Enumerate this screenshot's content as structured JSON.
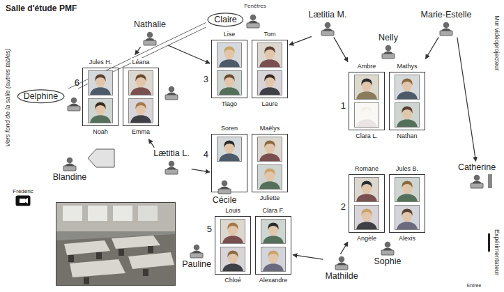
{
  "diagram": {
    "title": "Salle d'étude PMF",
    "nodes": [
      {
        "text": [
          "Nathalie"
        ]
      },
      {
        "text": [
          "Claire"
        ]
      },
      {
        "text": [
          "Lætitia M."
        ]
      },
      {
        "text": [
          "Marie-Estelle"
        ]
      },
      {
        "text": [
          "Nelly"
        ]
      },
      {
        "text": [
          "6"
        ]
      },
      {
        "text": [
          "Jules H."
        ],
        "in": 5
      },
      {
        "text": [
          "Léana"
        ],
        "in": 5
      },
      {
        "text": [
          "Noah"
        ],
        "in": 5
      },
      {
        "text": [
          "Emma"
        ],
        "in": 5
      },
      {
        "text": [
          "Delphine"
        ]
      },
      {
        "text": [
          "3"
        ]
      },
      {
        "text": [
          "Lise"
        ],
        "in": 11
      },
      {
        "text": [
          "Tom"
        ],
        "in": 11
      },
      {
        "text": [
          "Tiago"
        ],
        "in": 11
      },
      {
        "text": [
          "Laure"
        ],
        "in": 11
      },
      {
        "text": [
          "1"
        ]
      },
      {
        "text": [
          "Ambre"
        ],
        "in": 16
      },
      {
        "text": [
          "Mathys"
        ],
        "in": 16
      },
      {
        "text": [
          "Clara L."
        ],
        "in": 16
      },
      {
        "text": [
          "Nathan"
        ],
        "in": 16
      },
      {
        "text": [
          "Lætitia L."
        ]
      },
      {
        "text": [
          "Blandine"
        ]
      },
      {
        "text": [
          "4"
        ]
      },
      {
        "text": [
          "Soren"
        ],
        "in": 23
      },
      {
        "text": [
          "Maëlys"
        ],
        "in": 23
      },
      {
        "text": [
          "Juliette"
        ],
        "in": 23
      },
      {
        "text": [
          "Cécile"
        ]
      },
      {
        "text": [
          "Frédéric"
        ]
      },
      {
        "text": [
          "Catherine"
        ]
      },
      {
        "text": [
          "2"
        ]
      },
      {
        "text": [
          "Romane"
        ],
        "in": 30
      },
      {
        "text": [
          "Jules B."
        ],
        "in": 30
      },
      {
        "text": [
          "Angèle"
        ],
        "in": 30
      },
      {
        "text": [
          "Alexis"
        ],
        "in": 30
      },
      {
        "text": [
          "Sophie"
        ]
      },
      {
        "text": [
          "5"
        ]
      },
      {
        "text": [
          "Louis"
        ],
        "in": 36
      },
      {
        "text": [
          "Clara F."
        ],
        "in": 36
      },
      {
        "text": [
          "Chloé"
        ],
        "in": 36
      },
      {
        "text": [
          "Alexandre"
        ],
        "in": 36
      },
      {
        "text": [
          "Pauline"
        ]
      },
      {
        "text": [
          "Mathilde"
        ]
      }
    ],
    "edges": [
      {
        "from": 0,
        "to": 5,
        "arrow": "to"
      },
      {
        "from": 0,
        "to": 11,
        "arrow": "to"
      },
      {
        "from": 1,
        "to": 10,
        "arrow": "none"
      },
      {
        "from": 1,
        "to": 10,
        "arrow": "none"
      },
      {
        "from": 2,
        "to": 11,
        "arrow": "to"
      },
      {
        "from": 2,
        "to": 16,
        "arrow": "to"
      },
      {
        "from": 3,
        "to": 16,
        "arrow": "to"
      },
      {
        "from": 3,
        "to": 29,
        "arrow": "to"
      },
      {
        "from": 21,
        "to": 5,
        "arrow": "to"
      },
      {
        "from": 21,
        "to": 23,
        "arrow": "to"
      },
      {
        "from": 42,
        "to": 36,
        "arrow": "to"
      },
      {
        "from": 42,
        "to": 30,
        "arrow": "to"
      }
    ],
    "labels": [
      "Fenêtres",
      "Mur vidéoprojecteur",
      "Vers fond de la salle (autres tables)",
      "Expérimentateur",
      "Entrée"
    ]
  }
}
